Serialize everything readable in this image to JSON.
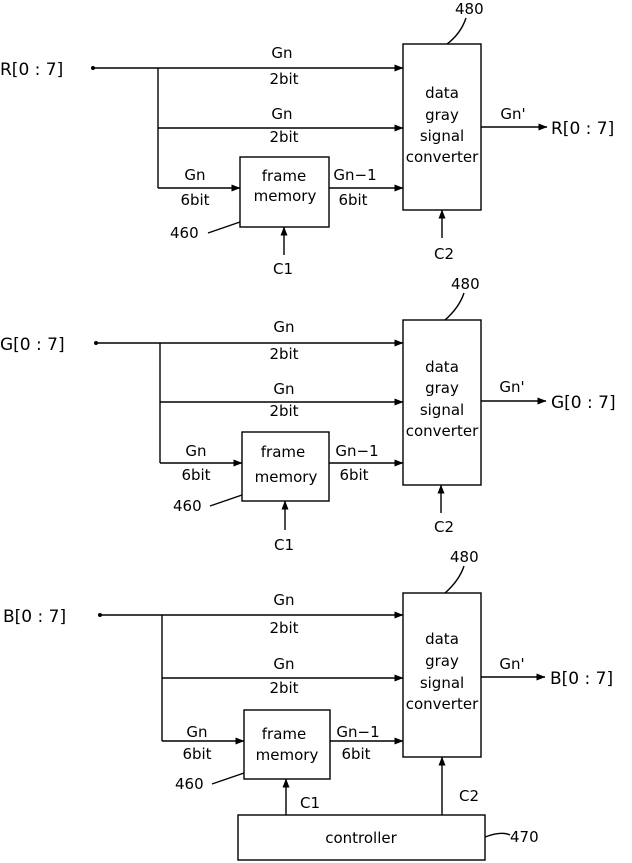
{
  "channels": [
    {
      "input": "R[0 : 7]",
      "output": "R[0 : 7]",
      "ref_converter": "480",
      "ref_memory": "460",
      "top_path": {
        "signal": "Gn",
        "bits": "2bit"
      },
      "mid_path": {
        "signal": "Gn",
        "bits": "2bit"
      },
      "mem_in": {
        "signal": "Gn",
        "bits": "6bit"
      },
      "mem_out": {
        "signal": "Gn−1",
        "bits": "6bit"
      },
      "memory_line1": "frame",
      "memory_line2": "memory",
      "converter_lines": [
        "data",
        "gray",
        "signal",
        "converter"
      ],
      "out_signal": "Gn'",
      "mem_control": "C1",
      "conv_control": "C2"
    },
    {
      "input": "G[0 : 7]",
      "output": "G[0 : 7]",
      "ref_converter": "480",
      "ref_memory": "460",
      "top_path": {
        "signal": "Gn",
        "bits": "2bit"
      },
      "mid_path": {
        "signal": "Gn",
        "bits": "2bit"
      },
      "mem_in": {
        "signal": "Gn",
        "bits": "6bit"
      },
      "mem_out": {
        "signal": "Gn−1",
        "bits": "6bit"
      },
      "memory_line1": "frame",
      "memory_line2": "memory",
      "converter_lines": [
        "data",
        "gray",
        "signal",
        "converter"
      ],
      "out_signal": "Gn'",
      "mem_control": "C1",
      "conv_control": "C2"
    },
    {
      "input": "B[0 : 7]",
      "output": "B[0 : 7]",
      "ref_converter": "480",
      "ref_memory": "460",
      "top_path": {
        "signal": "Gn",
        "bits": "2bit"
      },
      "mid_path": {
        "signal": "Gn",
        "bits": "2bit"
      },
      "mem_in": {
        "signal": "Gn",
        "bits": "6bit"
      },
      "mem_out": {
        "signal": "Gn−1",
        "bits": "6bit"
      },
      "memory_line1": "frame",
      "memory_line2": "memory",
      "converter_lines": [
        "data",
        "gray",
        "signal",
        "converter"
      ],
      "out_signal": "Gn'",
      "mem_control": "C1",
      "conv_control": "C2"
    }
  ],
  "controller": {
    "label": "controller",
    "ref": "470"
  }
}
